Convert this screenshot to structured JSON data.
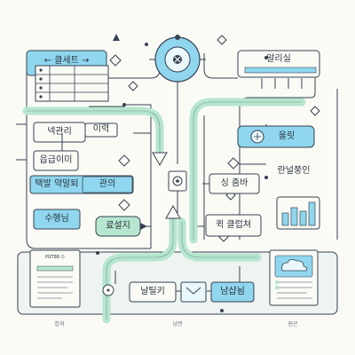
{
  "colors": {
    "background": "#fbfbf6",
    "line": "#374151",
    "accent_blue": "#8fd6ee",
    "accent_green": "#b6e6cf",
    "panel": "#eef4f1"
  },
  "nodes": {
    "top_left_header": "← 클세트 →",
    "top_right_header": "알리실",
    "row1_left": "넥관리",
    "row1_mid": "이력",
    "row2_left": "읍급이미",
    "row3_left": "택발 약말퇴",
    "row3_right": "관의",
    "row4_left": "수행님",
    "row4_mid": "료설지",
    "center_right": "싱 줌바",
    "right_pill": "울릿",
    "right_text": "란널쭝인",
    "center_bottom": "퀵 클럽쳐",
    "bottom_mid_left": "날틸키",
    "bottom_mid_right": "남샵뇜",
    "doc_left_heading": "PGT88 ㅁ"
  },
  "captions": {
    "bottom_left": "합쳐",
    "bottom_center": "남면",
    "bottom_right": "원굔"
  },
  "icons": {
    "top_center": "crosshair-target-icon",
    "center": "target-square-icon",
    "bottom_mid": "envelope-icon",
    "right_panel": "bar-chart-icon",
    "bottom_right": "cloud-document-icon",
    "bottom_left": "document-icon"
  }
}
